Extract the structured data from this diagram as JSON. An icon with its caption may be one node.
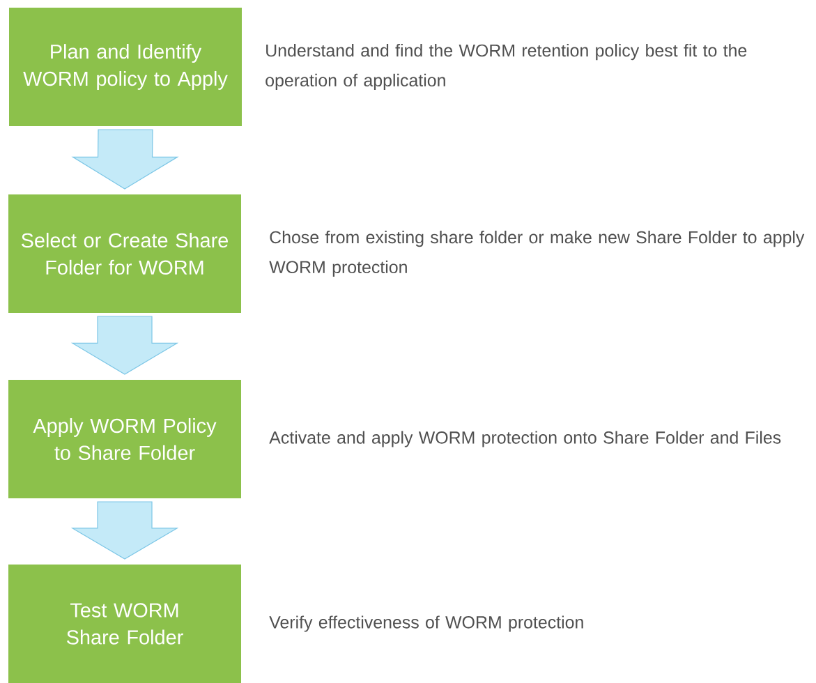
{
  "diagram": {
    "nodes": [
      {
        "text": [
          "Plan and Identify WORM policy to Apply"
        ],
        "beside": [
          "Understand and find the WORM retention policy best fit to the operation of application"
        ]
      },
      {
        "text": [
          "Select or Create Share Folder for WORM"
        ],
        "beside": [
          "Chose from existing share folder or make new Share Folder to apply WORM protection"
        ]
      },
      {
        "text": [
          "Apply WORM Policy to Share Folder"
        ],
        "beside": [
          "Activate and apply WORM protection onto Share Folder and Files"
        ]
      },
      {
        "text": [
          "Test WORM Share Folder"
        ],
        "beside": [
          "Verify effectiveness of WORM protection"
        ]
      }
    ],
    "edges": [
      {
        "from": 0,
        "to": 1,
        "arrow": "to"
      },
      {
        "from": 1,
        "to": 2,
        "arrow": "to"
      },
      {
        "from": 2,
        "to": 3,
        "arrow": "to"
      }
    ]
  }
}
